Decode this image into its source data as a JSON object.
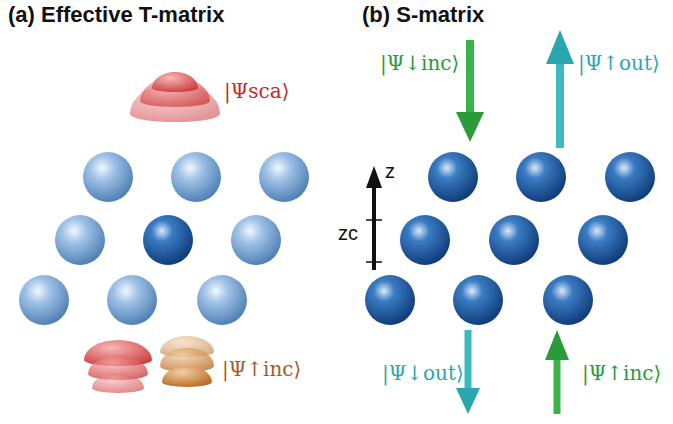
{
  "diagram": {
    "labels": [
      "(a) Effective T-matrix",
      "(b) S-matrix",
      "|Ψsca⟩",
      "|Ψ↑inc⟩",
      "|Ψ↓inc⟩",
      "|Ψ↑out⟩",
      "z",
      "zc",
      "|Ψ↓out⟩",
      "|Ψ↑inc⟩"
    ]
  }
}
